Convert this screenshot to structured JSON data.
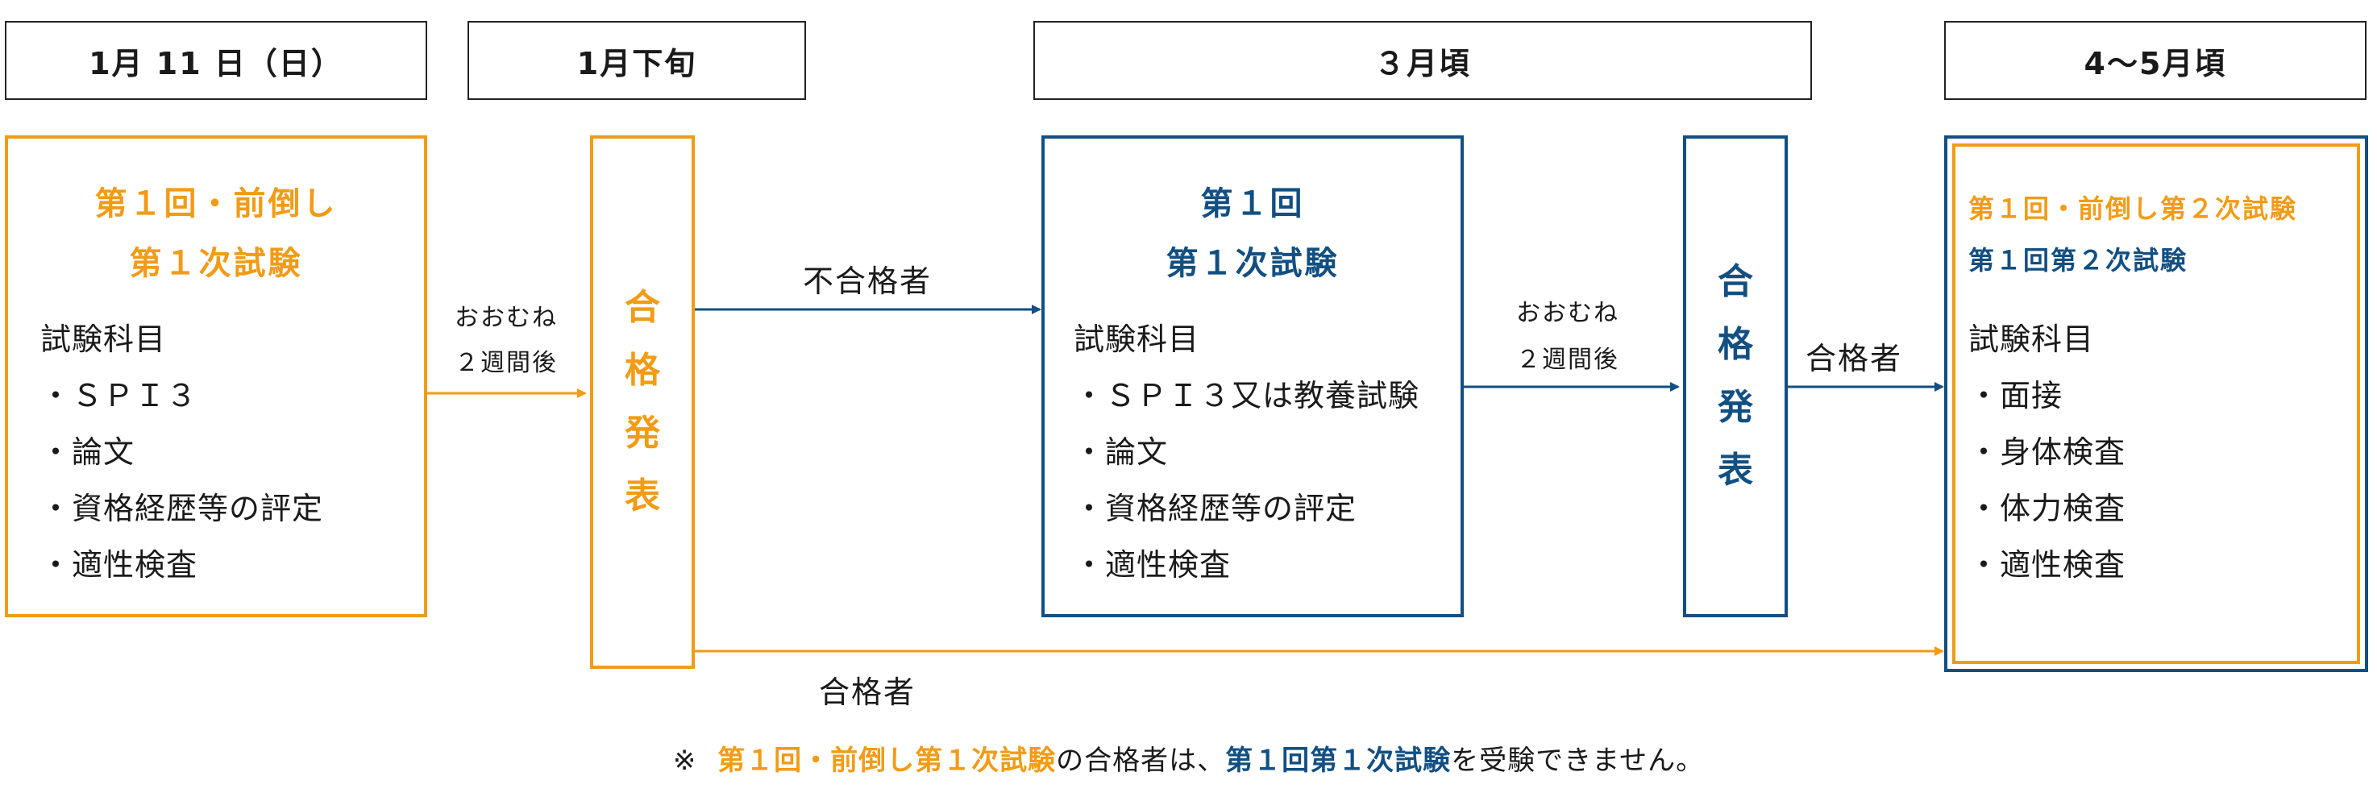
{
  "headers": [
    "1月 11 日（日）",
    "1月下旬",
    "３月頃",
    "4～5月頃"
  ],
  "stage1": {
    "title_line1": "第１回・前倒し",
    "title_line2": "第１次試験",
    "subjects_heading": "試験科目",
    "subjects": [
      "・ＳＰＩ３",
      "・論文",
      "・資格経歴等の評定",
      "・適性検査"
    ]
  },
  "interval1": {
    "line1": "おおむね",
    "line2": "２週間後"
  },
  "announce1": {
    "chars": [
      "合",
      "格",
      "発",
      "表"
    ]
  },
  "label_fail": "不合格者",
  "stage2": {
    "title_line1": "第１回",
    "title_line2": "第１次試験",
    "subjects_heading": "試験科目",
    "subjects": [
      "・ＳＰＩ３又は教養試験",
      "・論文",
      "・資格経歴等の評定",
      "・適性検査"
    ]
  },
  "interval2": {
    "line1": "おおむね",
    "line2": "２週間後"
  },
  "announce2": {
    "chars": [
      "合",
      "格",
      "発",
      "表"
    ]
  },
  "label_pass_top": "合格者",
  "label_pass_bottom": "合格者",
  "stage3": {
    "title_orange": "第１回・前倒し第２次試験",
    "title_blue": "第１回第２次試験",
    "subjects_heading": "試験科目",
    "subjects": [
      "・面接",
      "・身体検査",
      "・体力検査",
      "・適性検査"
    ]
  },
  "footnote": {
    "mark": "※",
    "part1": "第１回・前倒し第１次試験",
    "part2": "の合格者は、",
    "part3": "第１回第１次試験",
    "part4": "を受験できません。"
  },
  "colors": {
    "orange": "#f29b16",
    "blue": "#124f82",
    "text": "#1a1a1a"
  }
}
